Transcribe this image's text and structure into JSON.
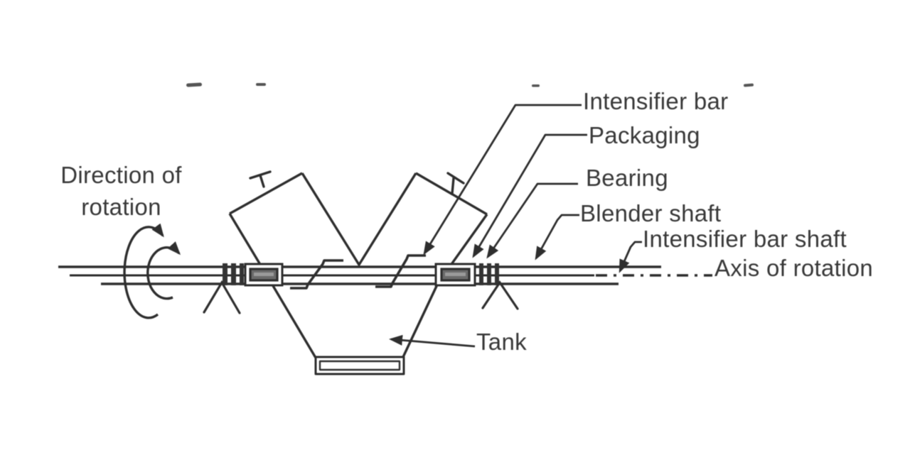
{
  "diagram": {
    "type": "v-blender-with-intensifier-bar",
    "description": "Cross-section line diagram of a twin-shell (V) blender showing shaft, bearings, packing and intensifier bar"
  },
  "labels": {
    "direction_of_rotation": "Direction of\nrotation",
    "intensifier_bar": "Intensifier bar",
    "packaging": "Packaging",
    "bearing": "Bearing",
    "blender_shaft": "Blender shaft",
    "intensifier_bar_shaft": "Intensifier bar shaft",
    "axis_of_rotation": "Axis of rotation",
    "tank": "Tank"
  },
  "colors": {
    "background": "#ffffff",
    "line": "#2e2e2e",
    "text": "#383838",
    "bearing_core": "#6a6a6a"
  }
}
